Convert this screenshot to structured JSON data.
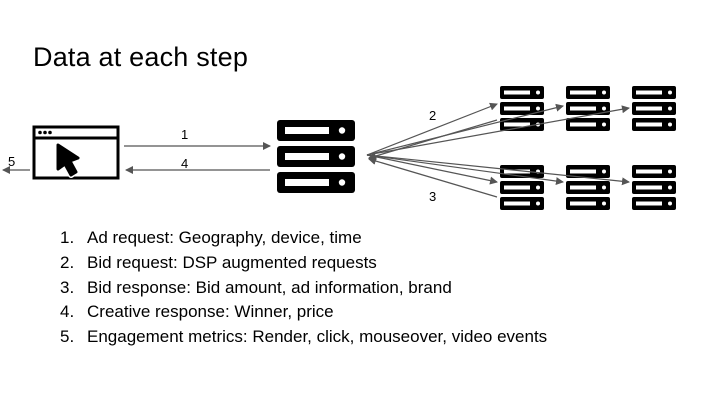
{
  "title": "Data at each step",
  "arrow_labels": {
    "one": "1",
    "two": "2",
    "three": "3",
    "four": "4",
    "five": "5"
  },
  "steps": [
    {
      "num": "1.",
      "text": "Ad request: Geography, device, time"
    },
    {
      "num": "2.",
      "text": "Bid request: DSP augmented requests"
    },
    {
      "num": "3.",
      "text": "Bid response: Bid amount, ad information, brand"
    },
    {
      "num": "4.",
      "text": "Creative response: Winner, price"
    },
    {
      "num": "5.",
      "text": "Engagement metrics: Render, click, mouseover, video events"
    }
  ],
  "icons": {
    "browser": "browser-window-icon",
    "cursor": "mouse-cursor-icon",
    "exchange": "ad-exchange-server-icon",
    "dsp_top": "dsp-server-icon",
    "dsp_bottom": "dsp-server-icon"
  }
}
